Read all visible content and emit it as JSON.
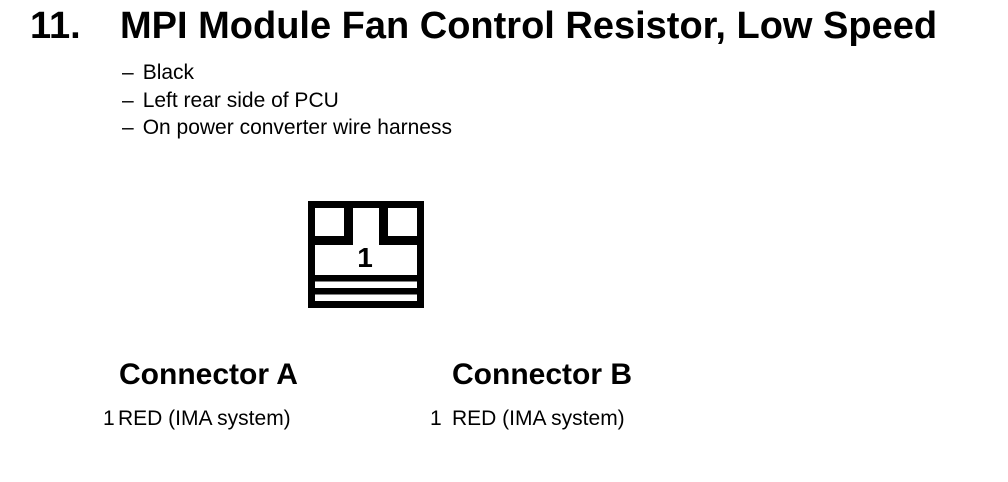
{
  "page": {
    "background": "#ffffff",
    "ink_color": "#000000"
  },
  "section": {
    "number": "11.",
    "title": "MPI Module Fan Control Resistor, Low Speed"
  },
  "notes": {
    "bullet": "–",
    "items": [
      "Black",
      "Left rear side of PCU",
      "On power converter wire harness"
    ]
  },
  "connector_diagram": {
    "description": "1-cavity connector, front view, black outline",
    "pin_label": "1"
  },
  "connectors": [
    {
      "title": "Connector A",
      "pins": [
        {
          "number": "1",
          "wire": "RED (IMA system)"
        }
      ]
    },
    {
      "title": "Connector B",
      "pins": [
        {
          "number": "1",
          "wire": "RED (IMA system)"
        }
      ]
    }
  ]
}
